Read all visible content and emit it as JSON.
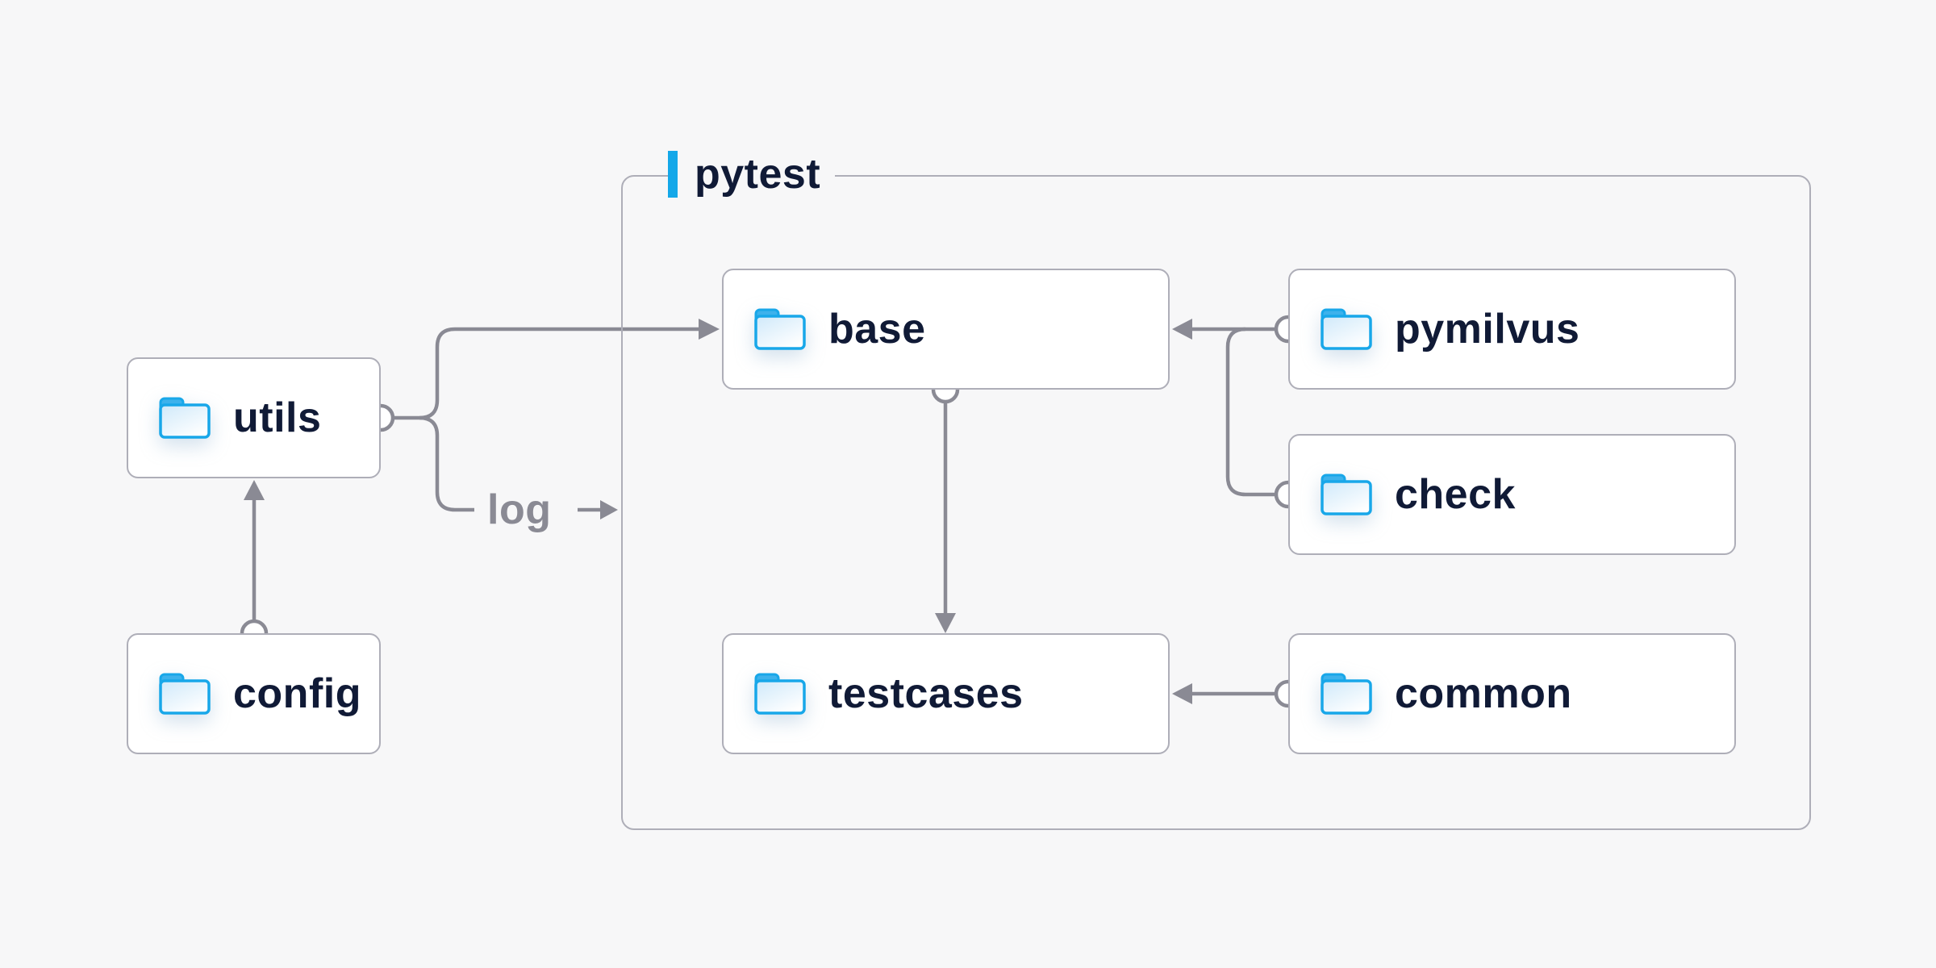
{
  "diagram": {
    "group": {
      "label": "pytest"
    },
    "nodes": {
      "utils": {
        "label": "utils",
        "icon": "folder-icon"
      },
      "config": {
        "label": "config",
        "icon": "folder-icon"
      },
      "base": {
        "label": "base",
        "icon": "folder-icon"
      },
      "pymilvus": {
        "label": "pymilvus",
        "icon": "folder-icon"
      },
      "check": {
        "label": "check",
        "icon": "folder-icon"
      },
      "testcases": {
        "label": "testcases",
        "icon": "folder-icon"
      },
      "common": {
        "label": "common",
        "icon": "folder-icon"
      }
    },
    "edge_label": {
      "log": "log"
    },
    "edges": [
      {
        "from": "config",
        "to": "utils"
      },
      {
        "from": "utils",
        "to": "base"
      },
      {
        "from": "utils",
        "to": "log",
        "label": "log"
      },
      {
        "from": "pymilvus",
        "to": "base"
      },
      {
        "from": "check",
        "to": "base"
      },
      {
        "from": "base",
        "to": "testcases"
      },
      {
        "from": "common",
        "to": "testcases"
      }
    ],
    "colors": {
      "background": "#f7f7f8",
      "node_fill": "#ffffff",
      "node_border": "#aeaeb8",
      "connector": "#8a8a94",
      "label_text": "#101a36",
      "log_text": "#8a8a94",
      "accent_blue": "#14a8e9",
      "folder_stroke": "#18a7e9",
      "folder_tab": "#3db2ec",
      "folder_body": "#d7edfb"
    }
  }
}
